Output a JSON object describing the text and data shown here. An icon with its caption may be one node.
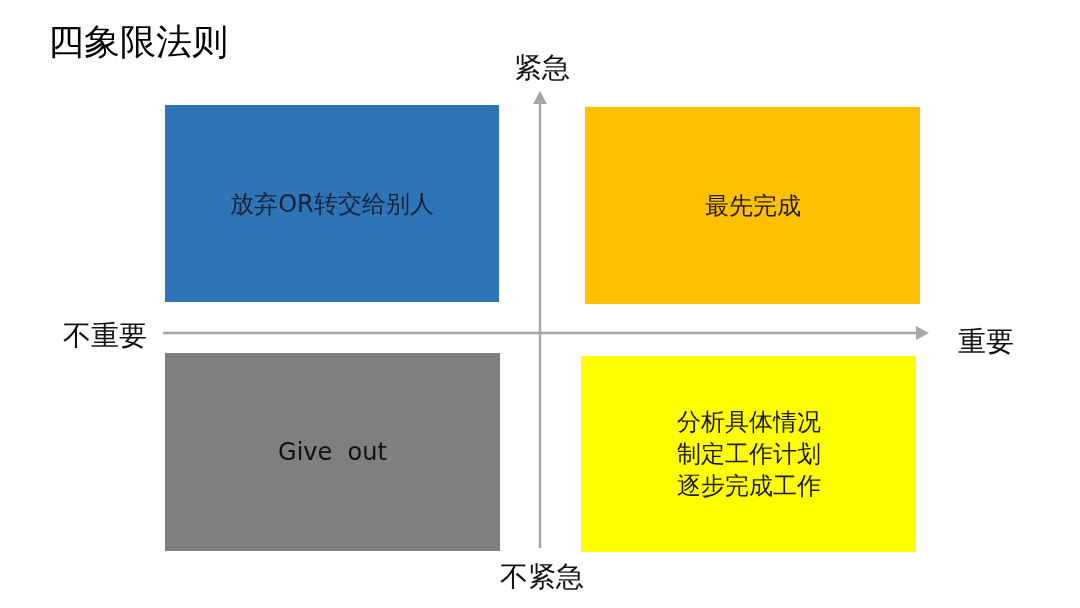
{
  "diagram": {
    "title": "四象限法则",
    "nodes": [
      {
        "text": [
          "放弃OR转交给别人"
        ]
      },
      {
        "text": [
          "最先完成"
        ]
      },
      {
        "text": [
          "Give  out"
        ]
      },
      {
        "text": [
          "分析具体情况",
          "制定工作计划",
          "逐步完成工作"
        ]
      }
    ],
    "edges": [],
    "labels": [
      "紧急",
      "不重要",
      "重要",
      "不紧急"
    ]
  }
}
